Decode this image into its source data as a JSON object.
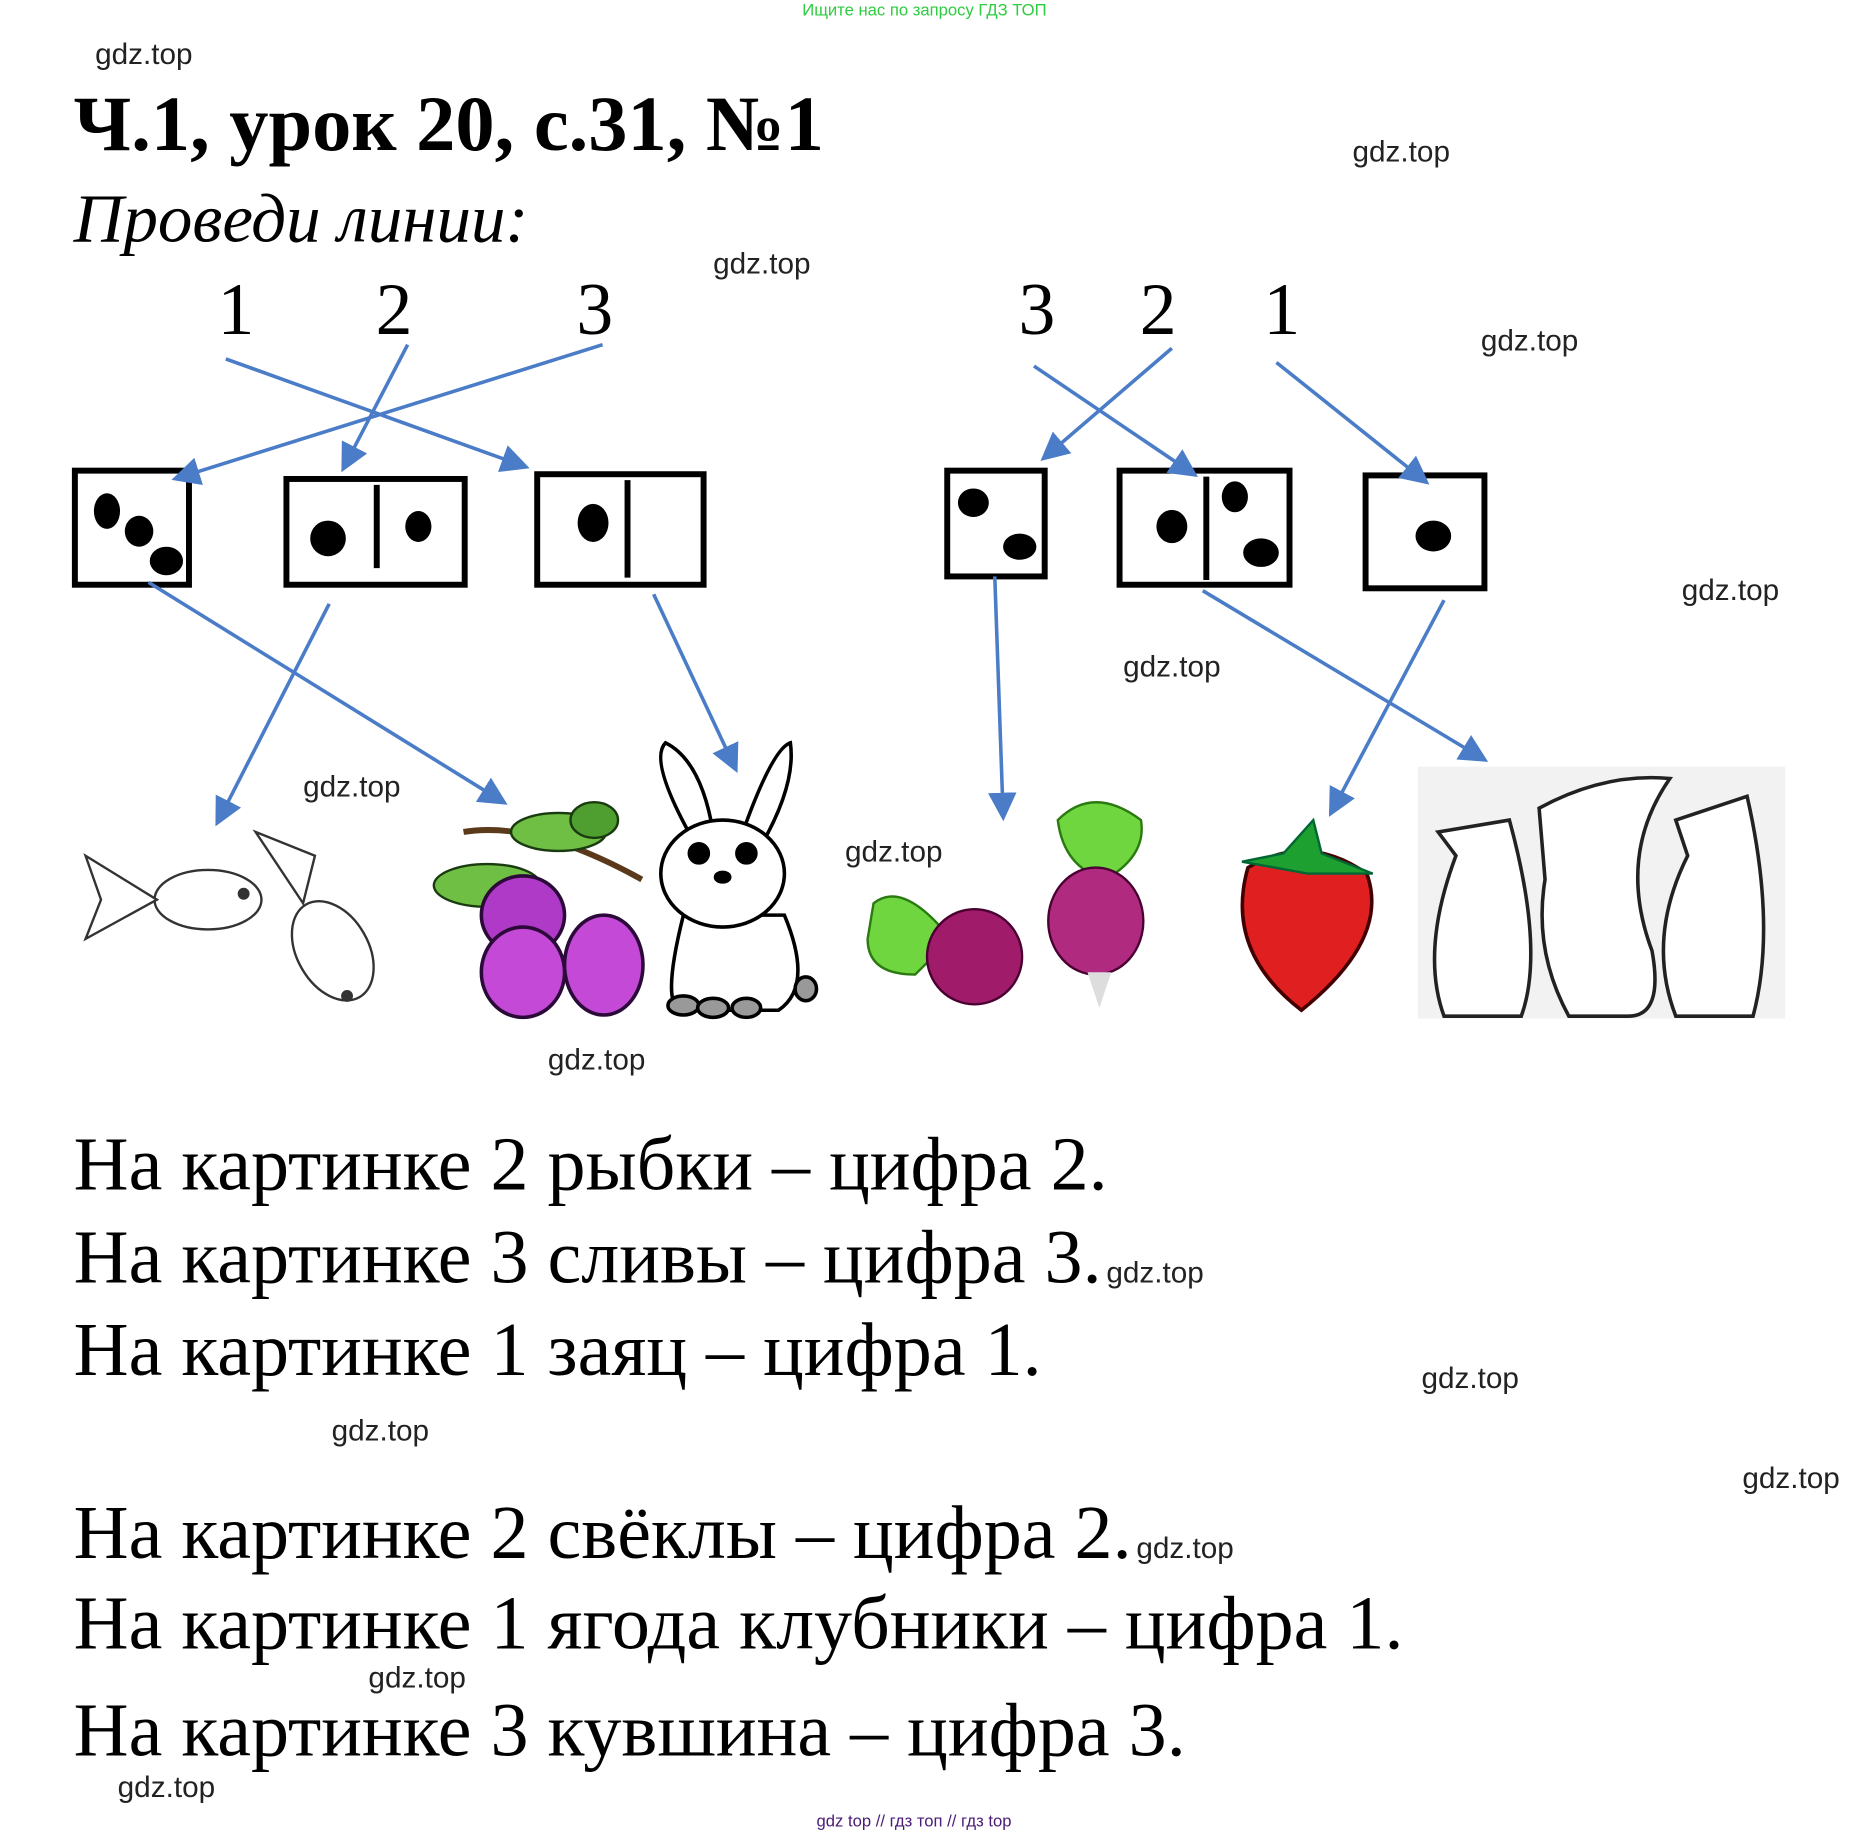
{
  "banner_top": "Ищите нас по запросу ГДЗ ТОП",
  "banner_bottom": "gdz top  //  гдз топ  //  гдз top",
  "title": "Ч.1, урок 20, с.31, №1",
  "instruction": "Проведи линии:",
  "left_numbers": [
    "1",
    "2",
    "3"
  ],
  "right_numbers": [
    "3",
    "2",
    "1"
  ],
  "sentences": [
    "На картинке 2 рыбки – цифра 2.",
    "На картинке 3 сливы – цифра 3.",
    "На картинке 1 заяц – цифра 1.",
    "На картинке 2 свёклы – цифра 2.",
    "На картинке 1 ягода клубники – цифра 1.",
    "На картинке 3 кувшина – цифра 3."
  ],
  "watermark": "gdz.top",
  "colors": {
    "arrow": "#4a7cc7",
    "banner_top": "#2ecc40",
    "banner_bottom": "#4b1c78"
  }
}
